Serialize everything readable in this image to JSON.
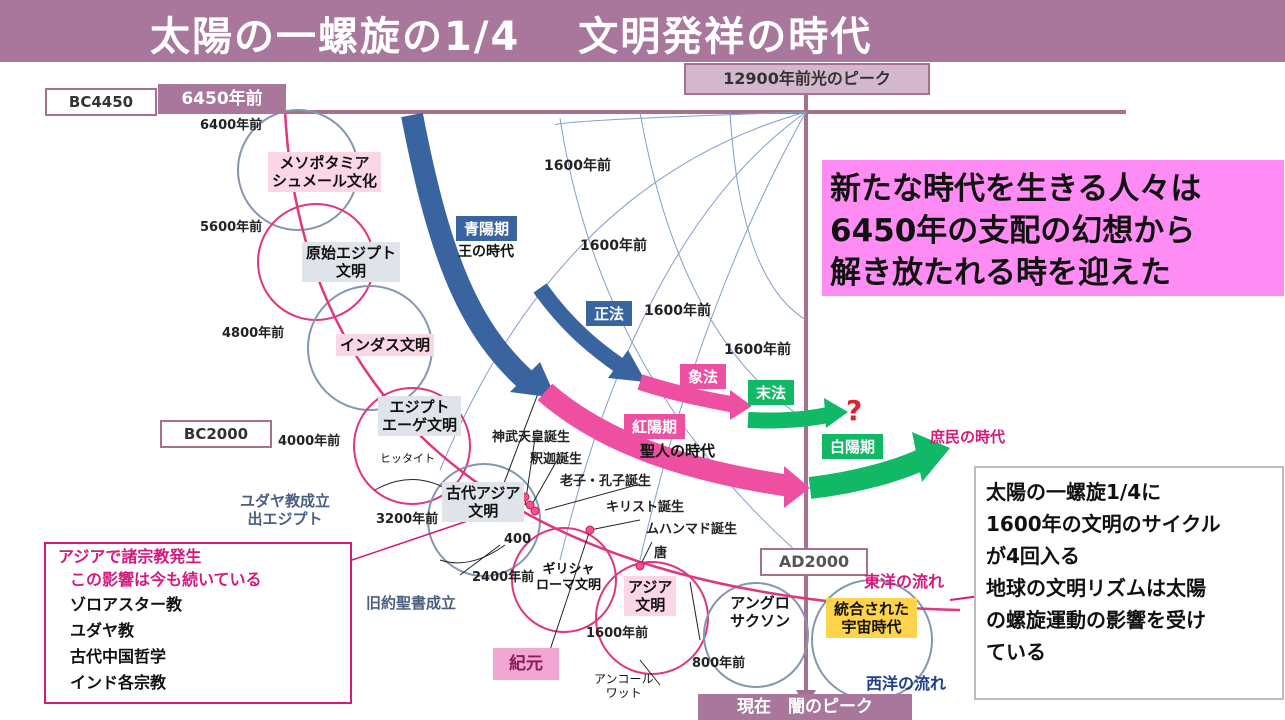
{
  "title": "太陽の一螺旋の1/4　 文明発祥の時代",
  "labels": {
    "peak_light": "12900年前光のピーク",
    "bc4450": "BC4450",
    "y6450": "6450年前",
    "bc2000": "BC2000",
    "ad2000": "AD2000",
    "now_dark": "現在　闇のピーク",
    "kigen": "紀元"
  },
  "years": {
    "y6400": "6400年前",
    "y5600": "5600年前",
    "y4800": "4800年前",
    "y4000": "4000年前",
    "y3200": "3200年前",
    "y2400": "2400年前",
    "y1600b": "1600年前",
    "y800": "800年前",
    "n400": "400",
    "cycle1": "1600年前",
    "cycle2": "1600年前",
    "cycle3": "1600年前",
    "cycle4": "1600年前"
  },
  "civilizations": {
    "mesopotamia": "メソポタミア\nシュメール文化",
    "egypt": "原始エジプト\n文明",
    "indus": "インダス文明",
    "aegean": "エジプト\nエーゲ文明",
    "hittite": "ヒッタイト",
    "ancient_asia": "古代アジア\n文明",
    "greco_roman": "ギリシャ\nローマ文明",
    "asia": "アジア\n文明",
    "anglo": "アングロ\nサクソン",
    "cosmic": "統合された\n宇宙時代"
  },
  "events": {
    "jimmu": "神武天皇誕生",
    "shaka": "釈迦誕生",
    "laozi": "老子・孔子誕生",
    "christ": "キリスト誕生",
    "muhammad": "ムハンマド誕生",
    "tang": "唐",
    "judaism": "ユダヤ教成立\n出エジプト",
    "old_testament": "旧約聖書成立",
    "angkor": "アンコール\nワット"
  },
  "eras": {
    "seiyo_label": "青陽期",
    "seiyo_desc": "王の時代",
    "shobo": "正法",
    "zobo": "象法",
    "mappo": "末法",
    "koyo_label": "紅陽期",
    "koyo_desc": "聖人の時代",
    "hakuyo_label": "白陽期",
    "shomin": "庶民の時代",
    "question": "?"
  },
  "flows": {
    "east": "東洋の流れ",
    "west": "西洋の流れ"
  },
  "callout_main": "新たな時代を生きる人々は\n6450年の支配の幻想から\n解き放たれる時を迎えた",
  "callout_right": "太陽の一螺旋1/4に\n1600年の文明のサイクル\nが4回入る\n地球の文明リズムは太陽\nの螺旋運動の影響を受け\nている",
  "asia_box": {
    "heading": "アジアで諸宗教発生",
    "sub": "この影響は今も続いている",
    "items": [
      "ゾロアスター教",
      "ユダヤ教",
      "古代中国哲学",
      "インド各宗教"
    ]
  },
  "colors": {
    "title_bg": "#a9779c",
    "axis": "#a6708f",
    "blue_arrow": "#3a64a0",
    "pink_arrow": "#ee4fa0",
    "green_arrow": "#11b866",
    "magenta_text": "#d6197c",
    "callout_bg": "#ff8cf4"
  }
}
